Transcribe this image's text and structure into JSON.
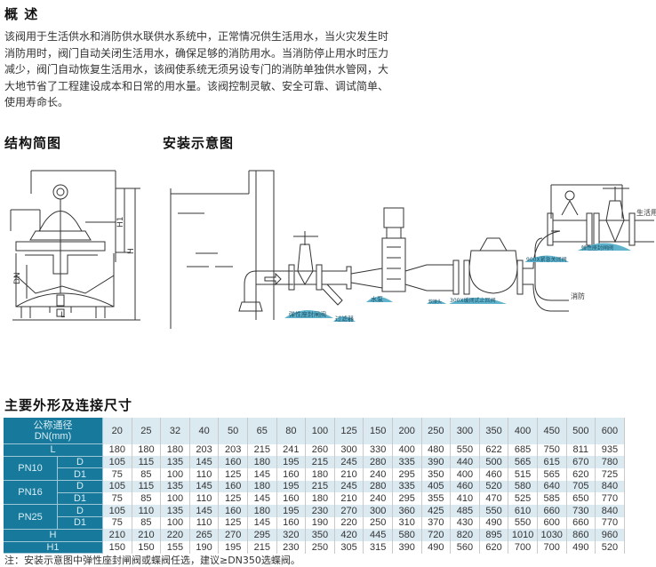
{
  "overview": {
    "title": "概 述",
    "text": "该阀用于生活供水和消防供水联供水系统中，正常情况供生活用水，当火灾发生时消防用时，阀门自动关闭生活用水，确保足够的消防用水。当消防停止用水时压力减少，阀门自动恢复生活用水，该阀使系统无须另设专门的消防单独供水管网，大大地节省了工程建设成本和日常的用水量。该阀控制灵敏、安全可靠、调试简单、使用寿命长。"
  },
  "structure_diagram": {
    "title": "结构简图",
    "labels": {
      "dn": "DN",
      "l": "L",
      "h": "H",
      "h1": "H1"
    }
  },
  "install_diagram": {
    "title": "安装示意图",
    "labels": {
      "gate_valve_1": "弹性座封闸阀",
      "filter": "过滤器",
      "pump": "水泵",
      "soft_joint": "软接头",
      "check_valve": "300X缓闭式止回阀",
      "emergency_valve": "900X紧急关闭阀",
      "gate_valve_2": "弹性座封闸阀",
      "domestic": "生活用",
      "fire": "消防"
    }
  },
  "dimensions": {
    "title": "主要外形及连接尺寸",
    "header_label_1": "公称通径",
    "header_label_2": "DN(mm)",
    "dn": [
      "20",
      "25",
      "32",
      "40",
      "50",
      "65",
      "80",
      "100",
      "125",
      "150",
      "200",
      "250",
      "300",
      "350",
      "400",
      "450",
      "500",
      "600"
    ],
    "rows": [
      {
        "group": "",
        "label": "L",
        "values": [
          "180",
          "180",
          "180",
          "203",
          "203",
          "215",
          "241",
          "260",
          "300",
          "330",
          "400",
          "480",
          "550",
          "622",
          "685",
          "750",
          "811",
          "935"
        ]
      },
      {
        "group": "PN10",
        "label": "D",
        "values": [
          "105",
          "115",
          "135",
          "145",
          "160",
          "180",
          "195",
          "215",
          "245",
          "280",
          "335",
          "390",
          "440",
          "500",
          "565",
          "615",
          "670",
          "780"
        ]
      },
      {
        "group": "PN10",
        "label": "D1",
        "values": [
          "75",
          "85",
          "100",
          "110",
          "125",
          "145",
          "160",
          "180",
          "210",
          "240",
          "295",
          "350",
          "400",
          "460",
          "515",
          "565",
          "620",
          "725"
        ]
      },
      {
        "group": "PN16",
        "label": "D",
        "values": [
          "105",
          "115",
          "135",
          "145",
          "160",
          "180",
          "195",
          "215",
          "245",
          "280",
          "335",
          "405",
          "460",
          "520",
          "580",
          "640",
          "705",
          "840"
        ]
      },
      {
        "group": "PN16",
        "label": "D1",
        "values": [
          "75",
          "85",
          "100",
          "110",
          "125",
          "145",
          "160",
          "180",
          "210",
          "240",
          "295",
          "355",
          "410",
          "470",
          "525",
          "585",
          "650",
          "770"
        ]
      },
      {
        "group": "PN25",
        "label": "D",
        "values": [
          "105",
          "110",
          "135",
          "145",
          "160",
          "180",
          "195",
          "230",
          "270",
          "300",
          "360",
          "425",
          "485",
          "550",
          "610",
          "660",
          "730",
          "840"
        ]
      },
      {
        "group": "PN25",
        "label": "D1",
        "values": [
          "75",
          "85",
          "100",
          "110",
          "125",
          "145",
          "160",
          "190",
          "220",
          "250",
          "310",
          "370",
          "430",
          "490",
          "550",
          "600",
          "660",
          "770"
        ]
      },
      {
        "group": "",
        "label": "H",
        "values": [
          "210",
          "210",
          "220",
          "265",
          "270",
          "295",
          "320",
          "350",
          "420",
          "445",
          "580",
          "720",
          "820",
          "895",
          "1010",
          "1030",
          "860",
          "960"
        ]
      },
      {
        "group": "",
        "label": "H1",
        "values": [
          "150",
          "150",
          "155",
          "190",
          "195",
          "215",
          "230",
          "250",
          "305",
          "315",
          "390",
          "490",
          "560",
          "620",
          "700",
          "700",
          "490",
          "520"
        ]
      }
    ],
    "note": "注：安装示意图中弹性座封闸阀或蝶阀任选，建议≥DN350选蝶阀。"
  },
  "colors": {
    "header_teal": "#17799b",
    "row_shade": "#dbe9f1",
    "label_hill": "#5fb3cc"
  }
}
